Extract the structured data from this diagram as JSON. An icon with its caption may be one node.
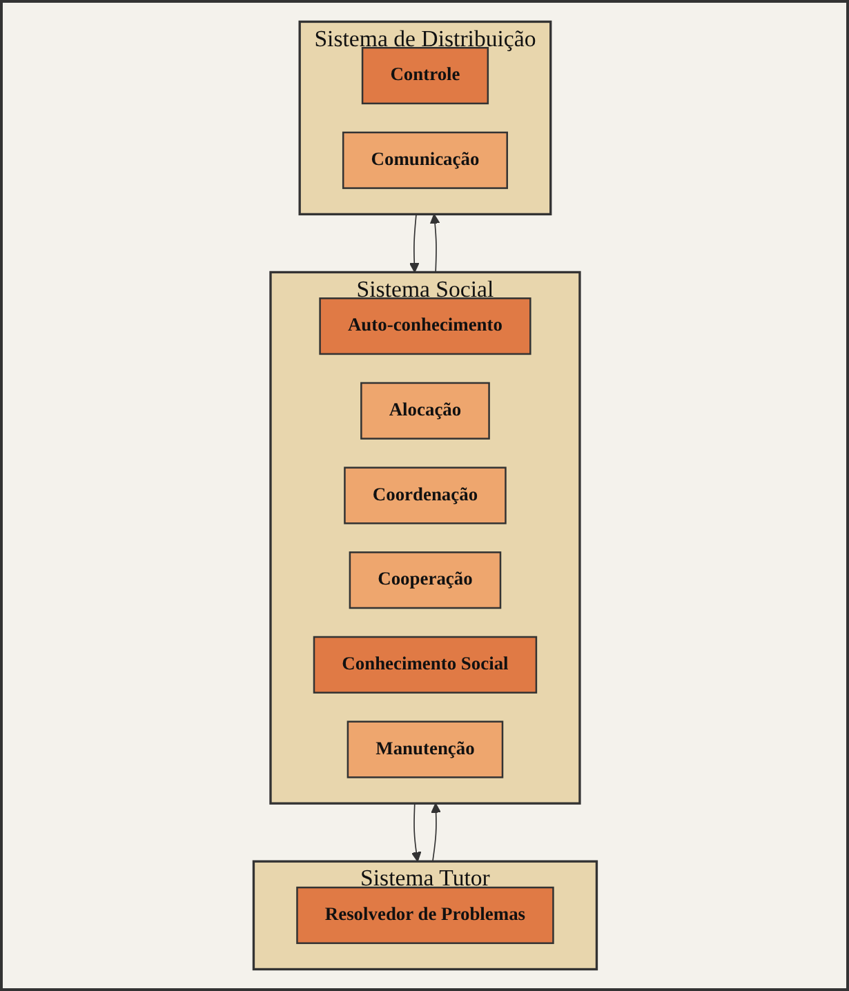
{
  "diagram": {
    "nodes": [
      {
        "text": [
          "Sistema Tutor"
        ]
      },
      {
        "text": [
          "Resolvedor de Problemas"
        ],
        "in": 0
      },
      {
        "text": [
          "Sistema Social"
        ]
      },
      {
        "text": [
          "Auto-conhecimento"
        ],
        "in": 2
      },
      {
        "text": [
          "Alocação"
        ],
        "in": 2
      },
      {
        "text": [
          "Coordenação"
        ],
        "in": 2
      },
      {
        "text": [
          "Cooperação"
        ],
        "in": 2
      },
      {
        "text": [
          "Conhecimento Social"
        ],
        "in": 2
      },
      {
        "text": [
          "Manutenção"
        ],
        "in": 2
      },
      {
        "text": [
          "Sistema de Distribuição"
        ]
      },
      {
        "text": [
          "Controle"
        ],
        "in": 9
      },
      {
        "text": [
          "Comunicação"
        ],
        "in": 9
      }
    ],
    "edges": [
      {
        "from": 0,
        "to": 2,
        "arrow": "to"
      },
      {
        "from": 2,
        "to": 0,
        "arrow": "to"
      },
      {
        "from": 2,
        "to": 9,
        "arrow": "to"
      },
      {
        "from": 9,
        "to": 2,
        "arrow": "to"
      }
    ]
  }
}
